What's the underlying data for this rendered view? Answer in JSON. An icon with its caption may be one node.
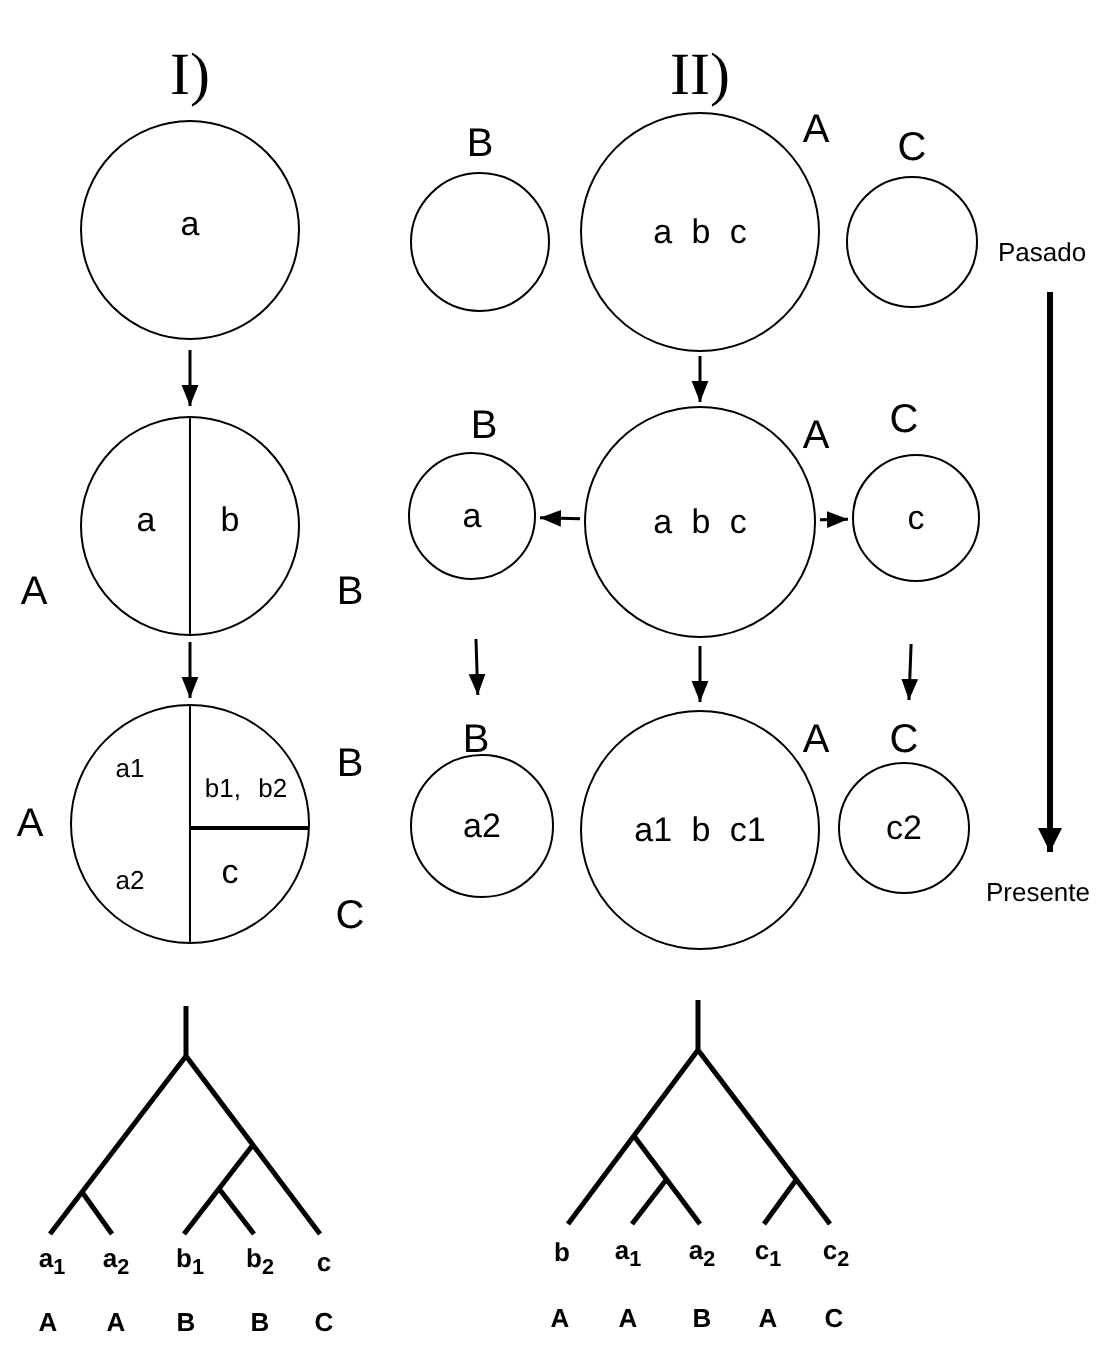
{
  "diagram": {
    "nodes": [
      {
        "text": [
          "a"
        ]
      },
      {
        "text": [
          "a",
          "b"
        ],
        "beside": [
          "A",
          "B"
        ]
      },
      {
        "text": [
          "a1",
          "a2",
          "b1, b2",
          "c"
        ],
        "beside": [
          "A",
          "B",
          "C"
        ]
      },
      {
        "text": [],
        "shape": "circle",
        "beside": [
          "B"
        ]
      },
      {
        "text": [
          "a b c"
        ],
        "beside": [
          "A"
        ]
      },
      {
        "text": [],
        "shape": "circle",
        "beside": [
          "C"
        ]
      },
      {
        "text": [
          "a"
        ],
        "beside": [
          "B"
        ]
      },
      {
        "text": [
          "a b c"
        ],
        "beside": [
          "A"
        ]
      },
      {
        "text": [
          "c"
        ],
        "beside": [
          "C"
        ]
      },
      {
        "text": [
          "a2"
        ],
        "beside": [
          "B"
        ]
      },
      {
        "text": [
          "a1 b c1"
        ],
        "beside": [
          "A"
        ]
      },
      {
        "text": [
          "c2"
        ],
        "beside": [
          "C"
        ]
      }
    ],
    "edges": [
      {
        "from": 0,
        "to": 1,
        "arrow": "to"
      },
      {
        "from": 1,
        "to": 2,
        "arrow": "to"
      },
      {
        "from": 4,
        "to": 7,
        "arrow": "to"
      },
      {
        "from": 7,
        "to": 6,
        "arrow": "to"
      },
      {
        "from": 7,
        "to": 8,
        "arrow": "to"
      },
      {
        "from": 6,
        "to": 9,
        "arrow": "to"
      },
      {
        "from": 7,
        "to": 10,
        "arrow": "to"
      },
      {
        "from": 8,
        "to": 11,
        "arrow": "to"
      }
    ],
    "labels": [
      "I)",
      "II)",
      "Pasado",
      "Presente",
      "a$_{1}$",
      "a$_{2}$",
      "b$_{1}$",
      "b$_{2}$",
      "c",
      "b",
      "a$_{1}$",
      "a$_{2}$",
      "c$_{1}$",
      "c$_{2}$",
      "A",
      "A",
      "B",
      "B",
      "C",
      "A",
      "A",
      "B",
      "A",
      "C"
    ]
  }
}
